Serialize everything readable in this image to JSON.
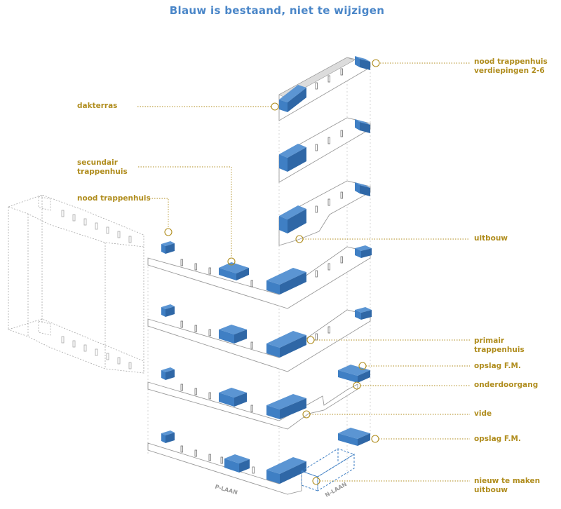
{
  "title": "Blauw is bestaand, niet te wijzigen",
  "colors": {
    "title": "#4a86c8",
    "label": "#b08d1e",
    "existing_blue": "#3f7fc4",
    "outline": "#9a9a9a"
  },
  "labels": {
    "dakterras": "dakterras",
    "secundair_line1": "secundair",
    "secundair_line2": "trappenhuis",
    "nood_trappenhuis": "nood trappenhuis",
    "nood_verd_line1": "nood trappenhuis",
    "nood_verd_line2": "verdiepingen 2-6",
    "uitbouw": "uitbouw",
    "primair_line1": "primair",
    "primair_line2": "trappenhuis",
    "opslag_1": "opslag F.M.",
    "onderdoorgang": "onderdoorgang",
    "vide": "vide",
    "opslag_2": "opslag F.M.",
    "nieuw_line1": "nieuw te maken",
    "nieuw_line2": "uitbouw"
  },
  "streets": {
    "p_laan": "P-LAAN",
    "n_laan": "N-LAAN"
  }
}
